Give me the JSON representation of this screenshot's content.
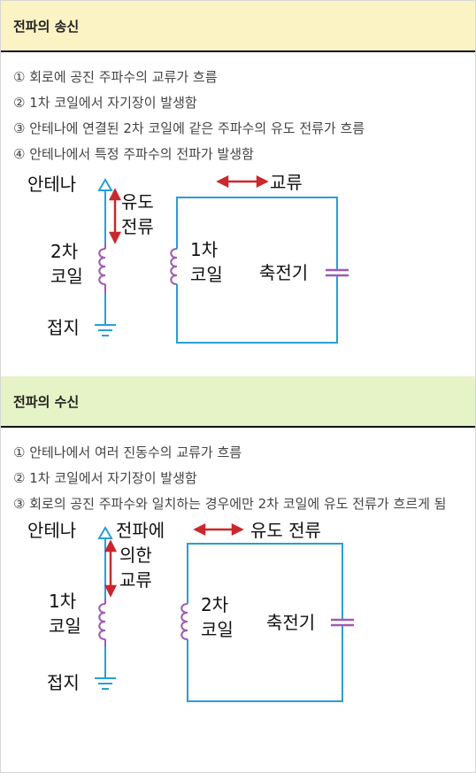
{
  "sec1": {
    "title": "전파의 송신",
    "items": [
      "① 회로에 공진 주파수의 교류가 흐름",
      "② 1차 코일에서 자기장이 발생함",
      "③ 안테나에 연결된 2차 코일에 같은 주파수의 유도 전류가 흐름",
      "④ 안테나에서 특정 주파수의 전파가 발생함"
    ],
    "diagram": {
      "antenna": "안테나",
      "induced1": "유도",
      "induced2": "전류",
      "coilL1": "2차",
      "coilL2": "코일",
      "coilR1": "1차",
      "coilR2": "코일",
      "ac": "교류",
      "cap": "축전기",
      "ground": "접지"
    }
  },
  "sec2": {
    "title": "전파의 수신",
    "items": [
      "① 안테나에서 여러 진동수의 교류가 흐름",
      "② 1차 코일에서 자기장이 발생함",
      "③ 회로의 공진 주파수와 일치하는 경우에만 2차 코일에 유도 전류가 흐르게 됨"
    ],
    "diagram": {
      "antenna": "안테나",
      "wave1": "전파에",
      "wave2": "의한",
      "wave3": "교류",
      "coilL1": "1차",
      "coilL2": "코일",
      "coilR1": "2차",
      "coilR2": "코일",
      "induced": "유도 전류",
      "cap": "축전기",
      "ground": "접지"
    }
  },
  "colors": {
    "wire": "#2a9ed4",
    "coil": "#a05ab0",
    "arrow": "#c9282d",
    "sec1_head": "#fbf3c4",
    "sec2_head": "#e6f3c6"
  }
}
